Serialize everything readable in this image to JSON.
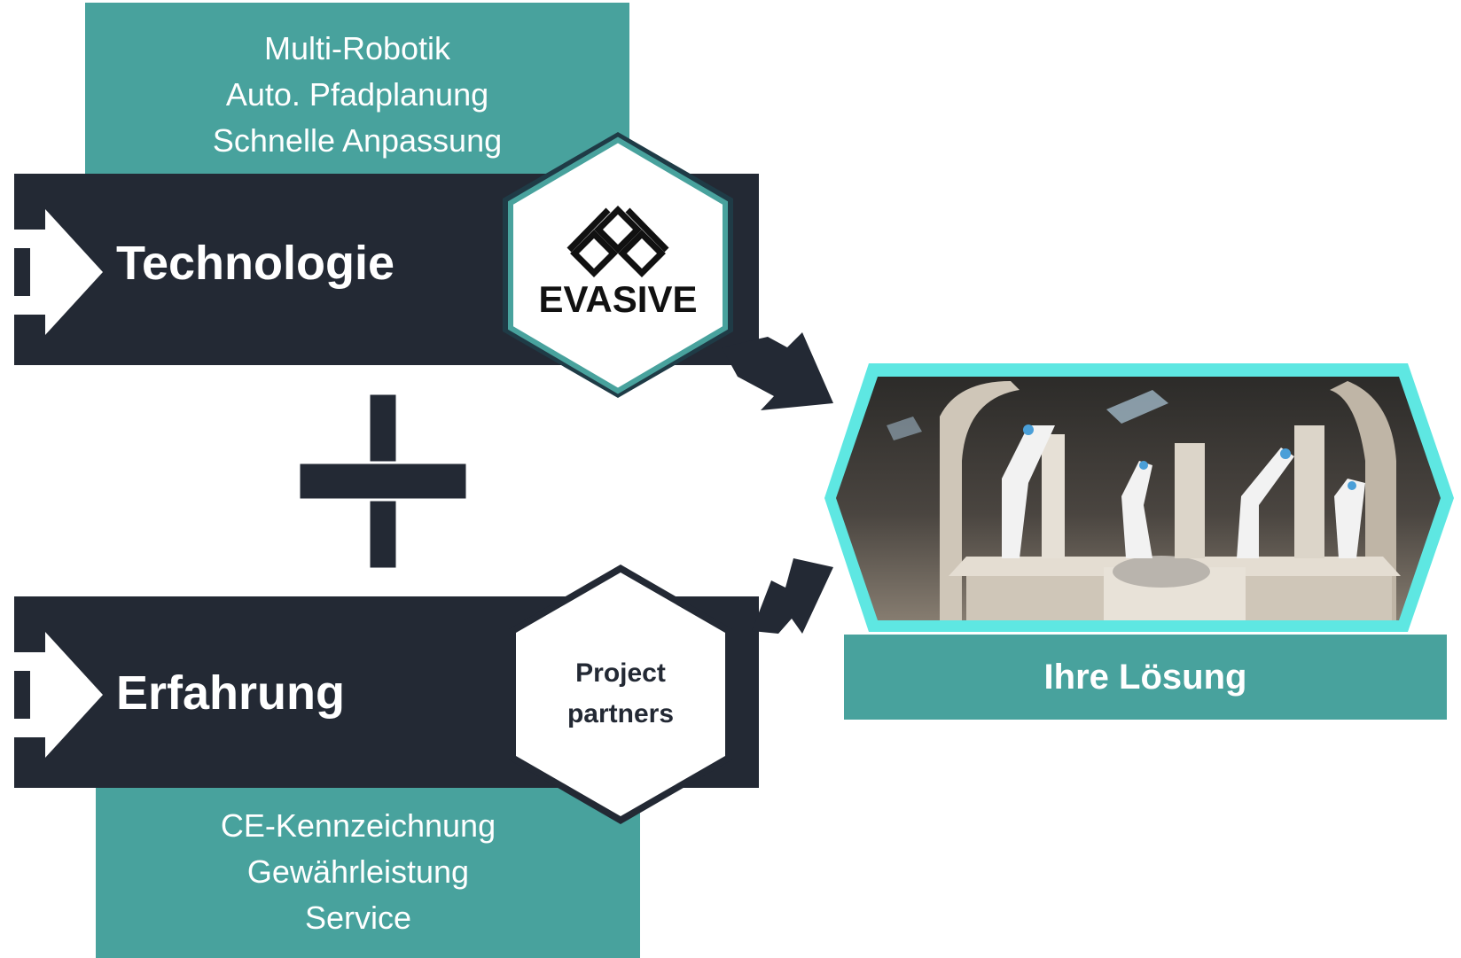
{
  "technology": {
    "features": [
      "Multi-Robotik",
      "Auto. Pfadplanung",
      "Schnelle Anpassung"
    ],
    "label": "Technologie",
    "logo_text": "EVASIVE"
  },
  "experience": {
    "features": [
      "CE-Kennzeichnung",
      "Gewährleistung",
      "Service"
    ],
    "label": "Erfahrung",
    "partner_line1": "Project",
    "partner_line2": "partners"
  },
  "result": {
    "label": "Ihre Lösung",
    "image": "robot-cell-render"
  },
  "colors": {
    "teal": "#48a29d",
    "dark": "#232934",
    "cyan": "#5ee7e2",
    "white": "#ffffff"
  },
  "icons": [
    "plus-icon",
    "arrow-right-icon",
    "chevron-right-icon",
    "evasive-logo-icon"
  ]
}
